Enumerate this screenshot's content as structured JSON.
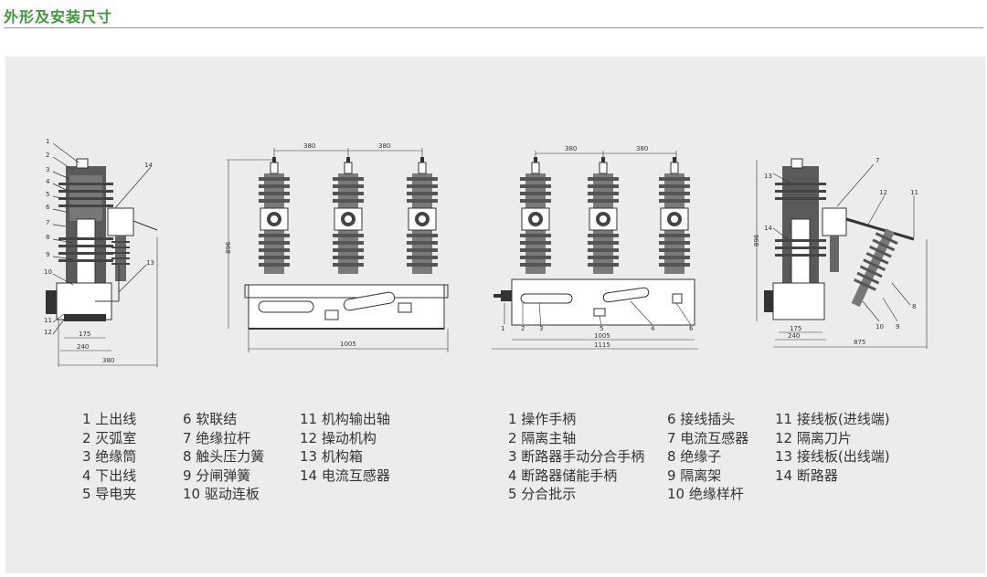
{
  "page": {
    "title": "外形及安装尺寸",
    "accent_color": "#3a9b3a"
  },
  "diagram1": {
    "numbers": [
      "1",
      "2",
      "3",
      "4",
      "5",
      "6",
      "7",
      "8",
      "9",
      "10",
      "11",
      "12",
      "13",
      "14"
    ],
    "dims": {
      "d175": "175",
      "d240": "240",
      "d380": "380"
    }
  },
  "diagram2": {
    "dims": {
      "w380a": "380",
      "w380b": "380",
      "h896": "896",
      "w1005": "1005"
    }
  },
  "diagram3": {
    "dims": {
      "w380a": "380",
      "w380b": "380",
      "w1005": "1005",
      "w1115": "1115"
    },
    "numbers": [
      "1",
      "2",
      "3",
      "5",
      "4",
      "6"
    ]
  },
  "diagram4": {
    "dims": {
      "h896": "896",
      "d175": "175",
      "d240": "240",
      "w875": "875"
    },
    "numbers": [
      "13",
      "14",
      "7",
      "12",
      "11",
      "8",
      "10",
      "9"
    ]
  },
  "legend_left": {
    "col1": [
      "1 上出线",
      "2 灭弧室",
      "3 绝缘筒",
      "4 下出线",
      "5 导电夹"
    ],
    "col2": [
      "6 软联结",
      "7 绝缘拉杆",
      "8 触头压力簧",
      "9 分闸弹簧",
      "10 驱动连板"
    ],
    "col3": [
      "11 机构输出轴",
      "12 操动机构",
      "13 机构箱",
      "14 电流互感器"
    ]
  },
  "legend_right": {
    "col1": [
      "1 操作手柄",
      "2 隔离主轴",
      "3 断路器手动分合手柄",
      "4 断路器储能手柄",
      "5 分合批示"
    ],
    "col2": [
      "6 接线插头",
      "7 电流互感器",
      "8 绝缘子",
      "9 隔离架",
      "10 绝缘样杆"
    ],
    "col3": [
      "11 接线板(进线端)",
      "12 隔离刀片",
      "13 接线板(出线端)",
      "14 断路器"
    ]
  }
}
